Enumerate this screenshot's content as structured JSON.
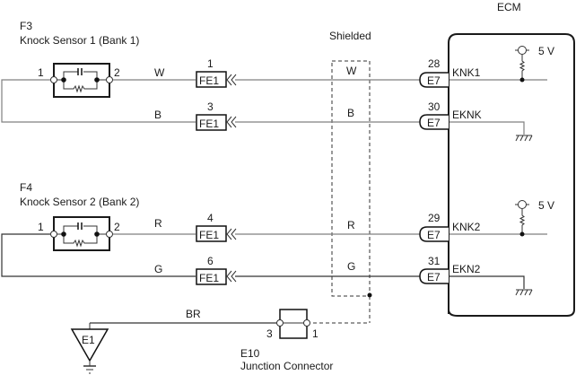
{
  "ecm": {
    "label": "ECM"
  },
  "shield": {
    "label": "Shielded"
  },
  "sensors": [
    {
      "code": "F3",
      "name": "Knock Sensor 1 (Bank 1)",
      "pin_left": "1",
      "pin_right": "2"
    },
    {
      "code": "F4",
      "name": "Knock Sensor 2 (Bank 2)",
      "pin_left": "1",
      "pin_right": "2"
    }
  ],
  "wires": [
    {
      "color": "W",
      "fe_pin": "1",
      "fe_code": "FE1",
      "shield_color": "W",
      "ecm_pin": "28",
      "ecm_conn": "E7",
      "signal": "KNK1"
    },
    {
      "color": "B",
      "fe_pin": "3",
      "fe_code": "FE1",
      "shield_color": "B",
      "ecm_pin": "30",
      "ecm_conn": "E7",
      "signal": "EKNK"
    },
    {
      "color": "R",
      "fe_pin": "4",
      "fe_code": "FE1",
      "shield_color": "R",
      "ecm_pin": "29",
      "ecm_conn": "E7",
      "signal": "KNK2"
    },
    {
      "color": "G",
      "fe_pin": "6",
      "fe_code": "FE1",
      "shield_color": "G",
      "ecm_pin": "31",
      "ecm_conn": "E7",
      "signal": "EKN2"
    }
  ],
  "supply": [
    {
      "label": "5 V"
    },
    {
      "label": "5 V"
    }
  ],
  "ground": {
    "code": "E1",
    "wire_color": "BR"
  },
  "junction": {
    "code": "E10",
    "name": "Junction Connector",
    "pin_left": "3",
    "pin_right": "1"
  }
}
